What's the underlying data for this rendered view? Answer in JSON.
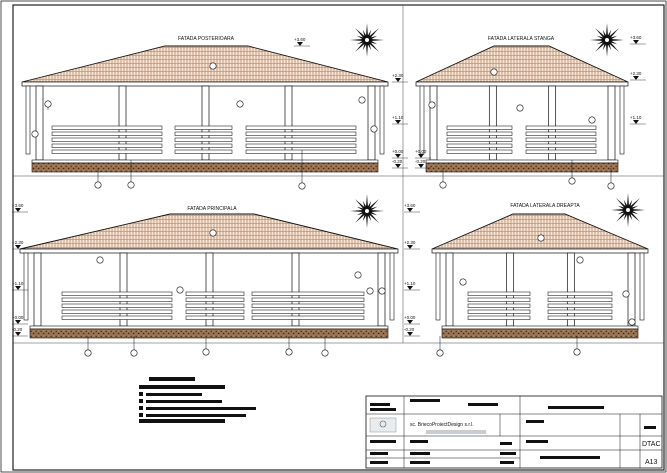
{
  "views": {
    "rear": {
      "title": "FATADA POSTERIOARA"
    },
    "left": {
      "title": "FATADA LATERALA STANGA"
    },
    "main": {
      "title": "FATADA PRINCIPALA"
    },
    "right": {
      "title": "FATADA LATERALA DREAPTA"
    }
  },
  "levels": {
    "ridge": "+3.60",
    "eave": "+2.30",
    "mid": "+1.10",
    "floor": "+0.00",
    "ground": "-0.20"
  },
  "title_block": {
    "company": "sc. BriecoProiectDesign s.r.l.",
    "stage": "DTAC",
    "sheet": "A13"
  },
  "colors": {
    "line": "#111111",
    "roof_fill": "#f2e4d4",
    "roof_tile": "#a46a4a",
    "foundation": "#8b6a4a"
  }
}
